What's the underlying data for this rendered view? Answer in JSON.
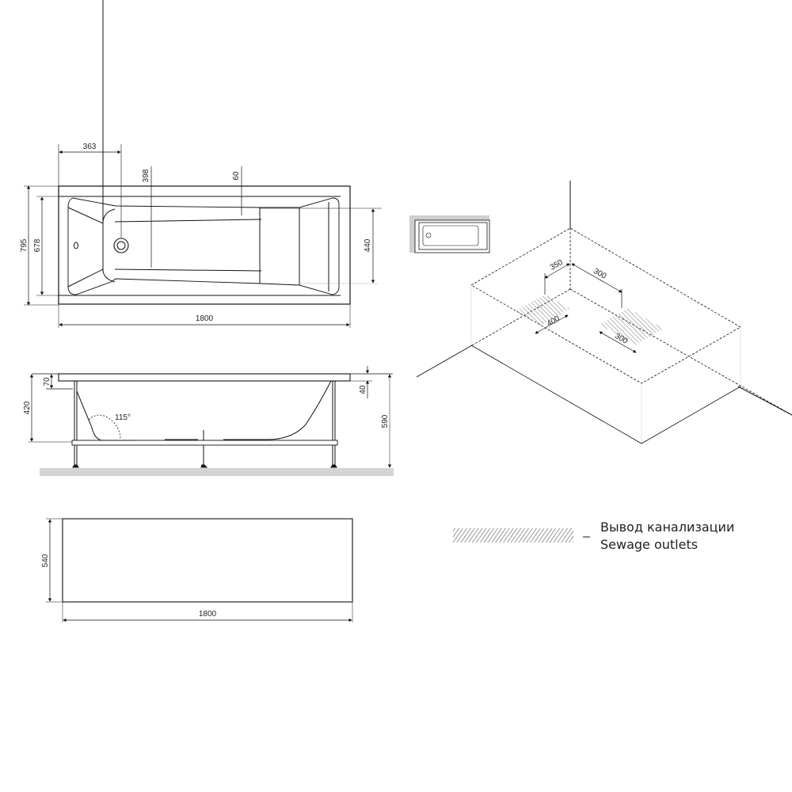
{
  "top_view": {
    "dims": {
      "overall_length": "1800",
      "overall_width": "795",
      "inner_width": "678",
      "drain_offset": "363",
      "drain_to_floor_width": "398",
      "rim_offset": "60",
      "headrest_width": "440"
    }
  },
  "side_view": {
    "dims": {
      "rim_height": "70",
      "depth": "420",
      "rim_thickness": "40",
      "total_height": "590",
      "backrest_angle": "115°"
    }
  },
  "panel_view": {
    "dims": {
      "height": "540",
      "length": "1800"
    }
  },
  "iso_view": {
    "dims": {
      "outlet_a_offset": "350",
      "outlet_b_offset": "300",
      "outlet_a_length": "400",
      "outlet_b_length": "300"
    }
  },
  "legend": {
    "dash": "–",
    "label_ru": "Вывод канализации",
    "label_en": "Sewage outlets"
  },
  "colors": {
    "line": "#111111",
    "floor": "#d4d4d4",
    "hatch": "#9a9a9a"
  }
}
